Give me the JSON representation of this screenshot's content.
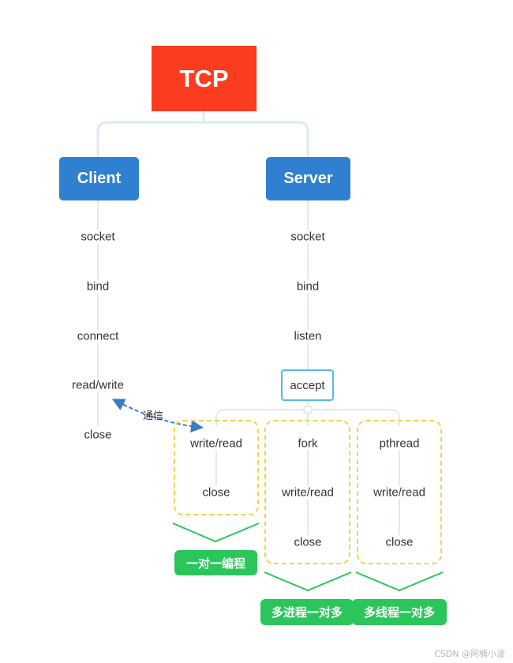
{
  "root": "TCP",
  "client": {
    "title": "Client",
    "steps": [
      "socket",
      "bind",
      "connect",
      "read/write",
      "close"
    ]
  },
  "server": {
    "title": "Server",
    "steps": [
      "socket",
      "bind",
      "listen",
      "accept"
    ]
  },
  "communication_label": "通信",
  "branches": [
    {
      "steps": [
        "write/read",
        "close"
      ],
      "label": "一对一编程"
    },
    {
      "steps": [
        "fork",
        "write/read",
        "close"
      ],
      "label": "多进程一对多"
    },
    {
      "steps": [
        "pthread",
        "write/read",
        "close"
      ],
      "label": "多线程一对多"
    }
  ],
  "colors": {
    "root": "#fb3c1f",
    "head": "#2f80d0",
    "connector": "#dcebf7",
    "accept_border": "#59b8ee",
    "group_border": "#f3d24c",
    "tag": "#2ac65b",
    "arrow": "#3a7cc4"
  },
  "watermark": "CSDN @阿楠小波"
}
